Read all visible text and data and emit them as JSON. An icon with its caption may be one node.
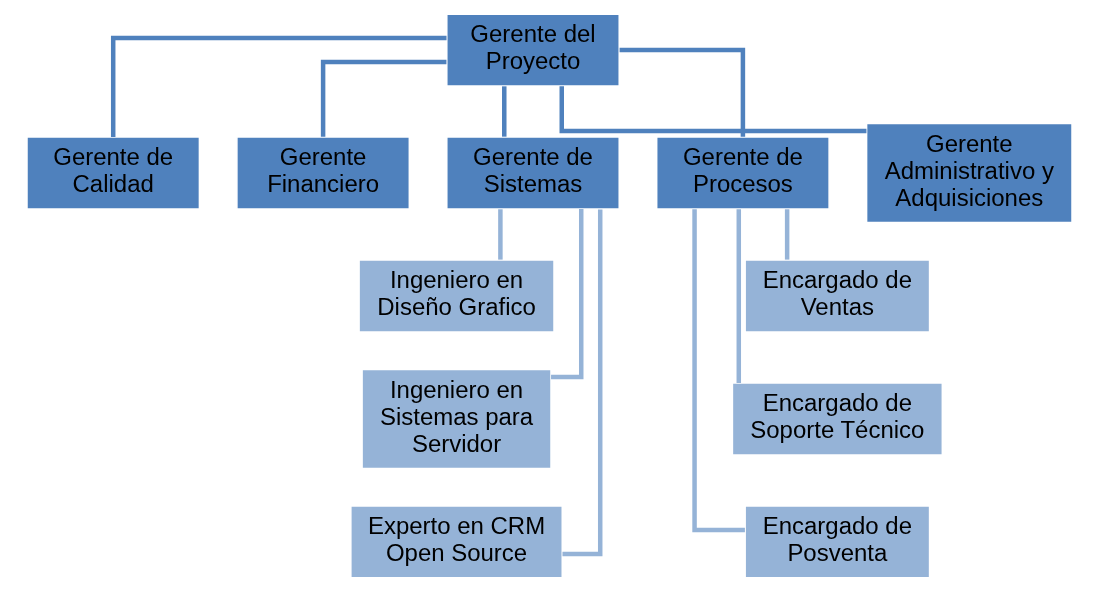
{
  "diagram": {
    "nodes": [
      {
        "text": [
          "Gerente del Proyecto"
        ]
      },
      {
        "text": [
          "Gerente de Calidad"
        ]
      },
      {
        "text": [
          "Gerente Financiero"
        ]
      },
      {
        "text": [
          "Gerente de Sistemas"
        ]
      },
      {
        "text": [
          "Gerente de Procesos"
        ]
      },
      {
        "text": [
          "Gerente Administrativo y Adquisiciones"
        ]
      },
      {
        "text": [
          "Ingeniero en Diseño Grafico"
        ]
      },
      {
        "text": [
          "Ingeniero en Sistemas para Servidor"
        ]
      },
      {
        "text": [
          "Experto en CRM Open Source"
        ]
      },
      {
        "text": [
          "Encargado de Ventas"
        ]
      },
      {
        "text": [
          "Encargado de Soporte Técnico"
        ]
      },
      {
        "text": [
          "Encargado de Posventa"
        ]
      }
    ],
    "edges": [
      {
        "from": 0,
        "to": 1,
        "arrow": "none"
      },
      {
        "from": 0,
        "to": 2,
        "arrow": "none"
      },
      {
        "from": 0,
        "to": 3,
        "arrow": "none"
      },
      {
        "from": 0,
        "to": 4,
        "arrow": "none"
      },
      {
        "from": 0,
        "to": 5,
        "arrow": "none"
      },
      {
        "from": 3,
        "to": 6,
        "arrow": "none",
        "color": "#95b3d7"
      },
      {
        "from": 3,
        "to": 7,
        "arrow": "none",
        "color": "#95b3d7"
      },
      {
        "from": 3,
        "to": 8,
        "arrow": "none",
        "color": "#95b3d7"
      },
      {
        "from": 4,
        "to": 9,
        "arrow": "none",
        "color": "#95b3d7"
      },
      {
        "from": 4,
        "to": 10,
        "arrow": "none",
        "color": "#95b3d7"
      },
      {
        "from": 4,
        "to": 11,
        "arrow": "none",
        "color": "#95b3d7"
      }
    ]
  }
}
